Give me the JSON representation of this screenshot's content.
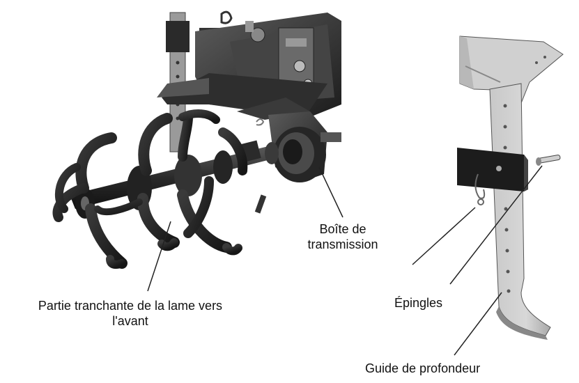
{
  "labels": {
    "gearbox_line1": "Boîte de",
    "gearbox_line2": "transmission",
    "blade_line1": "Partie tranchante de la lame vers",
    "blade_line2": "l'avant",
    "pins": "Épingles",
    "depth_guide": "Guide de profondeur"
  },
  "colors": {
    "dark": "#1e1e1e",
    "mid": "#4a4a4a",
    "light": "#bdbdbd",
    "pale": "#d9d9d9"
  }
}
